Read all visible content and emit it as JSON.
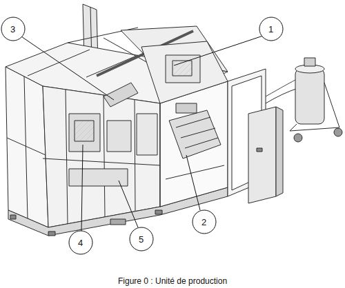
{
  "diagram": {
    "caption": "Figure 0 : Unité de production",
    "labels": [
      "1",
      "2",
      "3",
      "4",
      "5"
    ]
  }
}
